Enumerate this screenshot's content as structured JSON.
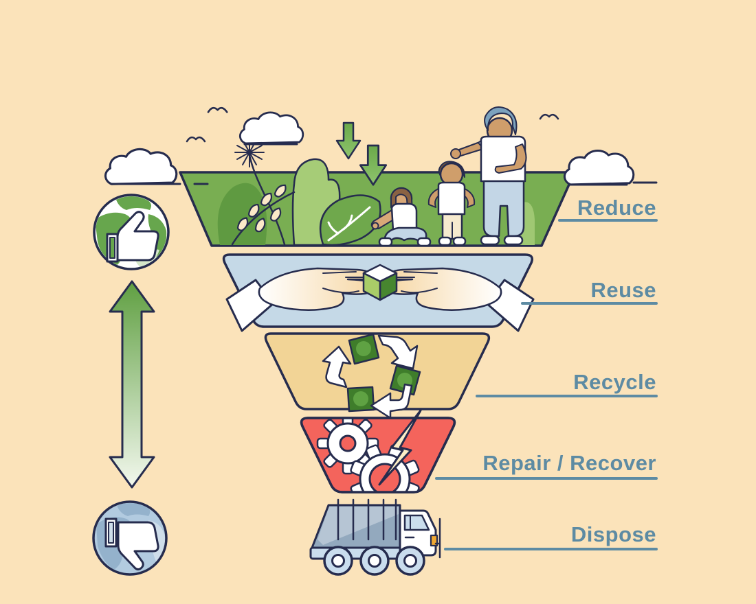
{
  "title": "Waste management hierarchy funnel: Reduce, Reuse, Recycle, Repair / Recover, Dispose",
  "background_color": "#fbe3ba",
  "outline_color": "#262c4e",
  "label_color": "#5d8ba3",
  "funnel": {
    "tiers": [
      {
        "id": "reduce",
        "label": "Reduce",
        "fill": "#79ae52",
        "icon": "nature-people-scene-icon"
      },
      {
        "id": "reuse",
        "label": "Reuse",
        "fill": "#c5d9e7",
        "icon": "giving-hands-cube-icon"
      },
      {
        "id": "recycle",
        "label": "Recycle",
        "fill": "#f2d496",
        "icon": "recycling-arrows-icon"
      },
      {
        "id": "repair_recover",
        "label": "Repair / Recover",
        "fill": "#f4645c",
        "icon": "gears-lightning-icon"
      },
      {
        "id": "dispose",
        "label": "Dispose",
        "fill": "#93a9be",
        "icon": "garbage-truck-icon"
      }
    ]
  },
  "side_scale": {
    "top_icon": "globe-thumbs-up-icon",
    "top_globe_color": "#67a64d",
    "arrow_icon": "double-headed-vertical-arrow-icon",
    "arrow_gradient_top": "#5f9f41",
    "arrow_gradient_bottom": "#f3f8ee",
    "bottom_icon": "globe-thumbs-down-icon",
    "bottom_globe_color": "#b2cbe0"
  },
  "decorations": {
    "cloud_count": 3,
    "bird_count": 3,
    "down_arrow_count": 2,
    "down_arrow_color": "#7ab351"
  }
}
